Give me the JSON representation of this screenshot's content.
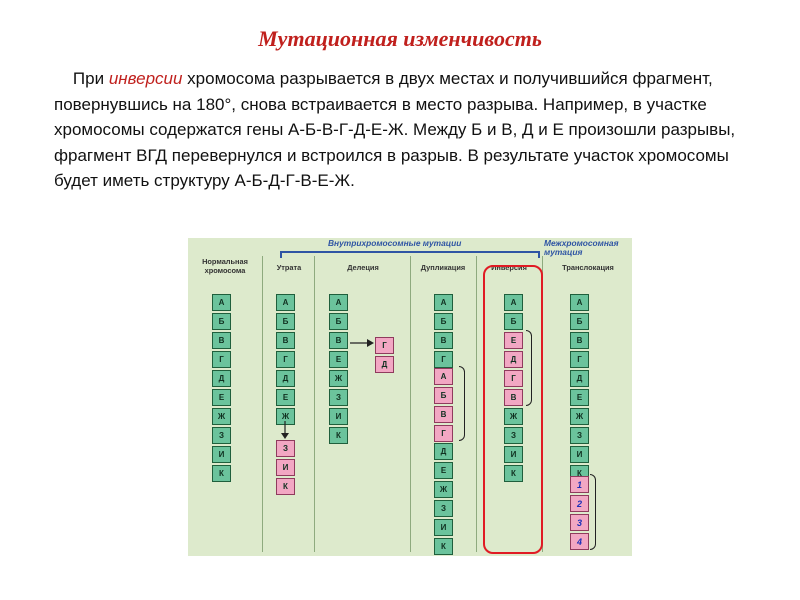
{
  "title": "Мутационная изменчивость",
  "paragraph": {
    "lead": "При ",
    "term": "инверсии",
    "text": " хромосома разрывается в двух местах и получившийся фрагмент, повернувшись на 180°, снова встраивается в место разрыва. Например, в участке хромосомы содержатся гены А-Б-В-Г-Д-Е-Ж. Между Б и В, Д и Е произошли разрывы, фрагмент ВГД перевернулся и встроился в разрыв. В результате участок хромосомы будет иметь структуру А-Б-Д-Г-В-Е-Ж."
  },
  "diagram": {
    "group_intra": "Внутрихромосомные мутации",
    "group_inter": "Межхромосомная мутация",
    "columns": {
      "normal": "Нормальная хромосома",
      "loss": "Утрата",
      "deletion": "Делеция",
      "duplication": "Дупликация",
      "inversion": "Инверсия",
      "translocation": "Транслокация"
    },
    "colors": {
      "green_gene": "#6bc39c",
      "pink_gene": "#f2a7c3",
      "highlight": "#e01b24",
      "header_blue": "#2f55a4"
    },
    "genes": {
      "normal": [
        "А",
        "Б",
        "В",
        "Г",
        "Д",
        "Е",
        "Ж",
        "З",
        "И",
        "К"
      ],
      "loss_top": [
        "А",
        "Б",
        "В",
        "Г",
        "Д",
        "Е",
        "Ж"
      ],
      "loss_bottom": [
        "З",
        "И",
        "К"
      ],
      "deletion_main": [
        "А",
        "Б",
        "В",
        "Е",
        "Ж",
        "З",
        "И",
        "К"
      ],
      "deletion_fragment": [
        "Г",
        "Д"
      ],
      "dup_top": [
        "А",
        "Б",
        "В",
        "Г"
      ],
      "dup_mid": [
        "А",
        "Б",
        "В",
        "Г"
      ],
      "dup_bottom": [
        "Д",
        "Е",
        "Ж",
        "З",
        "И",
        "К"
      ],
      "inv_top": [
        "А",
        "Б"
      ],
      "inv_mid": [
        "Е",
        "Д",
        "Г",
        "В"
      ],
      "inv_bottom": [
        "Ж",
        "З",
        "И",
        "К"
      ],
      "trans_main": [
        "А",
        "Б",
        "В",
        "Г",
        "Д",
        "Е",
        "Ж",
        "З",
        "И",
        "К"
      ],
      "trans_added": [
        "1",
        "2",
        "3",
        "4"
      ]
    }
  }
}
